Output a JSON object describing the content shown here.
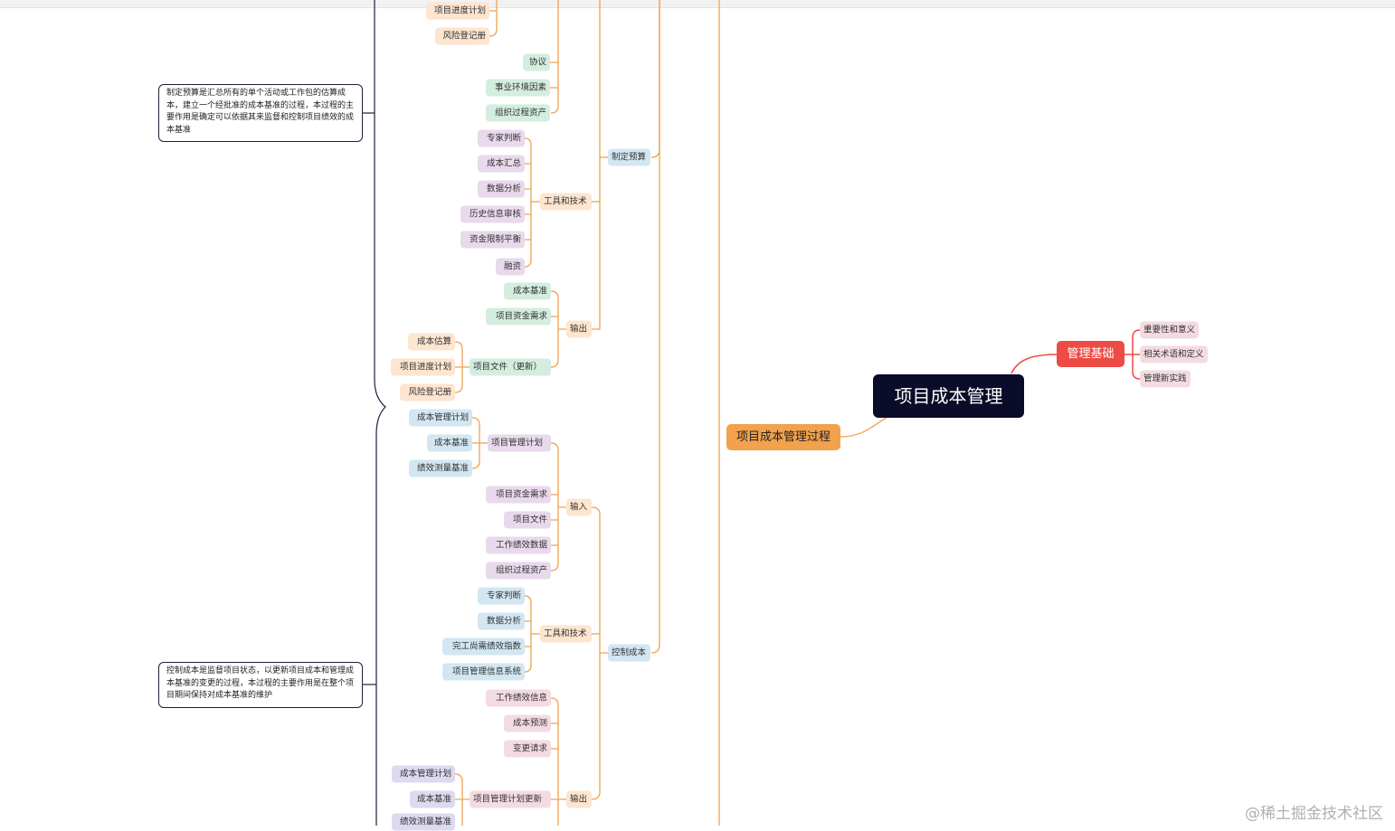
{
  "colors": {
    "peach": "#fde5cf",
    "mint": "#d3eddf",
    "pink": "#f4dbe1",
    "lavender": "#e9d9ec",
    "lightblue": "#d2e7f2",
    "lavblue": "#dcdaf0",
    "line_orange": "#f2a14c",
    "line_red": "#ee4b45",
    "line_dark": "#1e1e3a"
  },
  "root": {
    "label": "项目成本管理"
  },
  "process": {
    "label": "项目成本管理过程"
  },
  "basics": {
    "label": "管理基础",
    "children": [
      "重要性和意义",
      "相关术语和定义",
      "管理新实践"
    ]
  },
  "notes": {
    "budget": "制定预算是汇总所有的单个活动或工作包的估算成本，建立一个经批准的成本基准的过程，本过程的主要作用是确定可以依据其来监督和控制项目绩效的成本基准",
    "control": "控制成本是监督项目状态，以更新项目成本和管理成本基准的变更的过程，本过程的主要作用是在整个项目期间保持对成本基准的维护"
  },
  "budget": {
    "label": "制定预算",
    "top_leaves": [
      "项目进度计划",
      "风险登记册"
    ],
    "input_tail": [
      "协议",
      "事业环境因素",
      "组织过程资产"
    ],
    "tools": {
      "label": "工具和技术",
      "items": [
        "专家判断",
        "成本汇总",
        "数据分析",
        "历史信息审核",
        "资金限制平衡",
        "融资"
      ]
    },
    "output": {
      "label": "输出",
      "items": [
        "成本基准",
        "项目资金需求"
      ],
      "docs": {
        "label": "项目文件（更新）",
        "items": [
          "成本估算",
          "项目进度计划",
          "风险登记册"
        ]
      }
    }
  },
  "control": {
    "label": "控制成本",
    "input": {
      "label": "输入",
      "plan": {
        "label": "项目管理计划",
        "items": [
          "成本管理计划",
          "成本基准",
          "绩效测量基准"
        ]
      },
      "items": [
        "项目资金需求",
        "项目文件",
        "工作绩效数据",
        "组织过程资产"
      ]
    },
    "tools": {
      "label": "工具和技术",
      "items": [
        "专家判断",
        "数据分析",
        "完工尚需绩效指数",
        "项目管理信息系统"
      ]
    },
    "output": {
      "label": "输出",
      "items": [
        "工作绩效信息",
        "成本预测",
        "变更请求"
      ],
      "plan_update": {
        "label": "项目管理计划更新",
        "items": [
          "成本管理计划",
          "成本基准",
          "绩效测量基准"
        ]
      }
    }
  },
  "watermark": "@稀土掘金技术社区"
}
